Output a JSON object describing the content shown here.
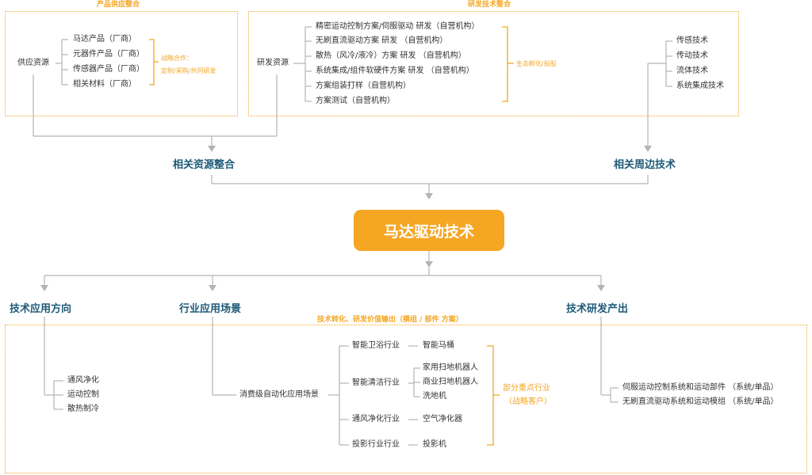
{
  "center": "马达驱动技术",
  "supply": {
    "section": "产品供应整合",
    "root": "供应资源",
    "items": [
      "马达产品（厂商）",
      "元器件产品（厂商）",
      "传感器产品（厂商）",
      "相关材料（厂商）"
    ],
    "note_line1": "战略合作：",
    "note_line2": "定制/采购/共同研发"
  },
  "rd": {
    "section": "研发技术整合",
    "root": "研发资源",
    "items": [
      "精密运动控制方案/伺服驱动 研发（自营机构）",
      "无刷直流驱动方案 研发 （自营机构）",
      "散热（风冷/液冷）方案 研发 （自营机构）",
      "系统集成/组件软硬件方案 研发 （自营机构）",
      "方案组装打样（自营机构）",
      "方案测试（自营机构）"
    ],
    "note": "生态孵化/投股"
  },
  "peripheral": {
    "items": [
      "传感技术",
      "传动技术",
      "流体技术",
      "系统集成技术"
    ]
  },
  "headings": {
    "related_resources": "相关资源整合",
    "related_tech": "相关周边技术",
    "app_direction": "技术应用方向",
    "industry_scene": "行业应用场景",
    "rd_output": "技术研发产出"
  },
  "output_section": "技术转化、研发价值输出（模组 / 部件 方案）",
  "directions": [
    "通风净化",
    "运动控制",
    "散热制冷"
  ],
  "scene_root": "消费级自动化应用场景",
  "industries": [
    {
      "name": "智能卫浴行业",
      "products": [
        "智能马桶"
      ]
    },
    {
      "name": "智能清洁行业",
      "products": [
        "家用扫地机器人",
        "商业扫地机器人",
        "洗地机"
      ]
    },
    {
      "name": "通风净化行业",
      "products": [
        "空气净化器"
      ]
    },
    {
      "name": "投影行业行业",
      "products": [
        "投影机"
      ]
    }
  ],
  "key_industry_line1": "部分重点行业",
  "key_industry_line2": "（战略客户）",
  "outputs": [
    "伺服运动控制系统和运动部件 （系统/单品）",
    "无刷直流驱动系统和运动模组 （系统/单品）"
  ]
}
